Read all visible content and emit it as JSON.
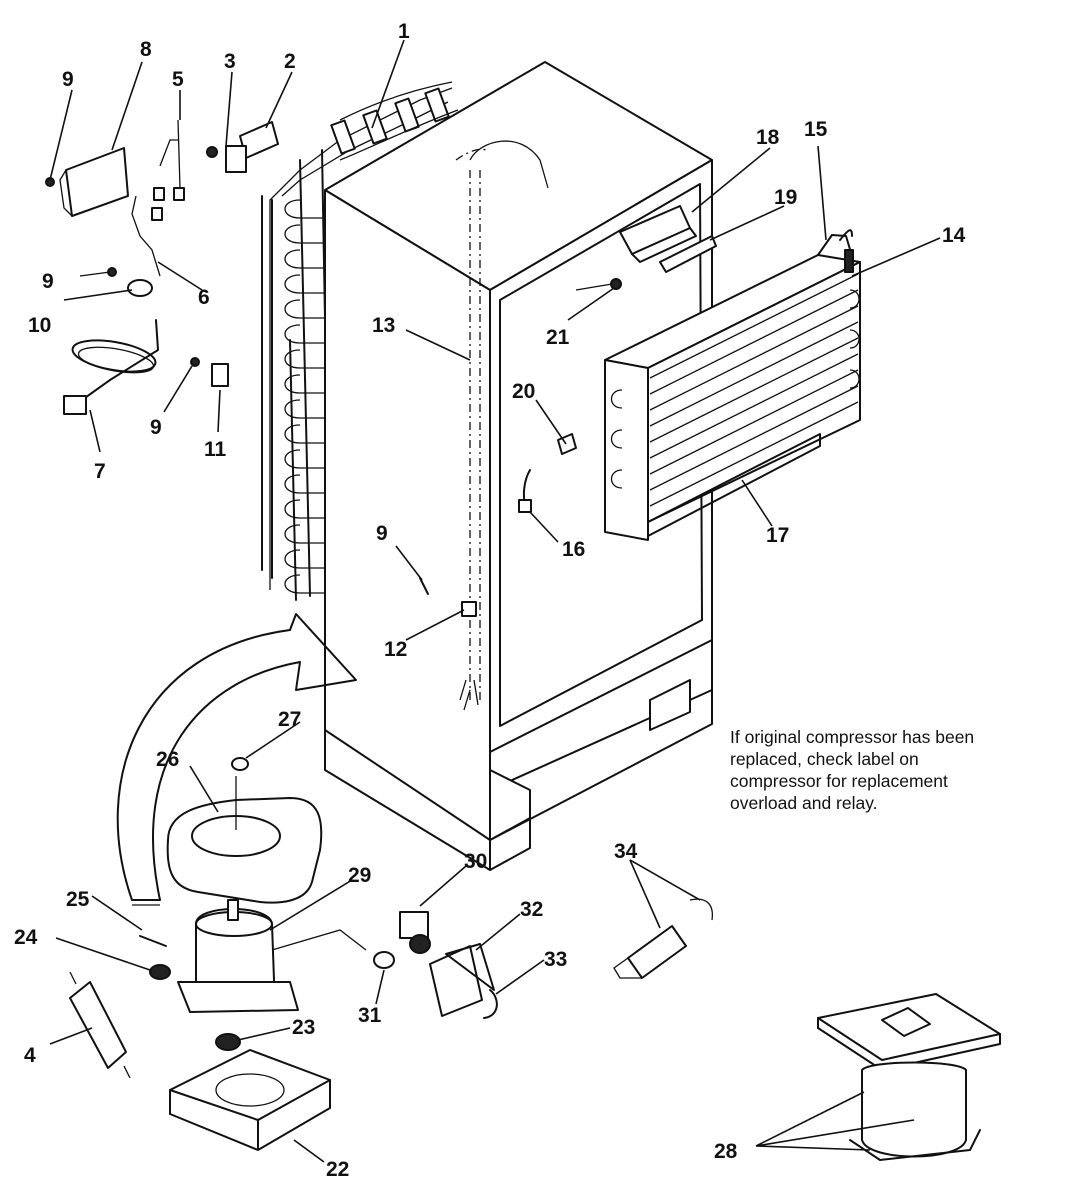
{
  "callouts": [
    "1",
    "2",
    "3",
    "4",
    "5",
    "6",
    "7",
    "8",
    "9",
    "9",
    "9",
    "9",
    "10",
    "11",
    "12",
    "13",
    "14",
    "15",
    "16",
    "17",
    "18",
    "19",
    "20",
    "21",
    "22",
    "23",
    "24",
    "25",
    "26",
    "27",
    "28",
    "29",
    "30",
    "31",
    "32",
    "33",
    "34"
  ],
  "note": {
    "lines": [
      "If original compressor has been",
      "replaced, check label on",
      "compressor for replacement",
      "overload and relay."
    ]
  }
}
